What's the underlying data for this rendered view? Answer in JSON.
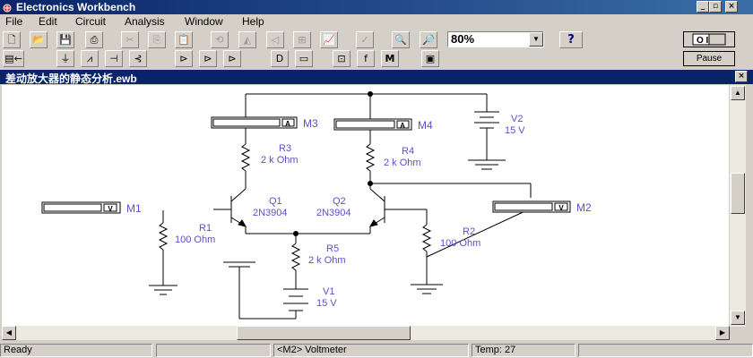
{
  "window": {
    "title": "Electronics Workbench"
  },
  "menu": [
    "File",
    "Edit",
    "Circuit",
    "Analysis",
    "Window",
    "Help"
  ],
  "toolbar": {
    "zoom": "80%",
    "help": "?",
    "pause": "Pause",
    "power_label": "O I"
  },
  "document": {
    "title": "差动放大器的静态分析.ewb"
  },
  "circuit": {
    "components": [
      {
        "id": "M3",
        "type": "ammeter",
        "label": "M3",
        "symbol": "A"
      },
      {
        "id": "M4",
        "type": "ammeter",
        "label": "M4",
        "symbol": "A"
      },
      {
        "id": "M1",
        "type": "voltmeter",
        "label": "M1",
        "symbol": "V"
      },
      {
        "id": "M2",
        "type": "voltmeter",
        "label": "M2",
        "symbol": "V"
      },
      {
        "id": "R3",
        "type": "resistor",
        "label": "R3",
        "value": "2 k Ohm"
      },
      {
        "id": "R4",
        "type": "resistor",
        "label": "R4",
        "value": "2 k Ohm"
      },
      {
        "id": "R1",
        "type": "resistor",
        "label": "R1",
        "value": "100  Ohm"
      },
      {
        "id": "R2",
        "type": "resistor",
        "label": "R2",
        "value": "100  Ohm"
      },
      {
        "id": "R5",
        "type": "resistor",
        "label": "R5",
        "value": "2 k Ohm"
      },
      {
        "id": "Q1",
        "type": "npn",
        "label": "Q1",
        "value": "2N3904"
      },
      {
        "id": "Q2",
        "type": "npn",
        "label": "Q2",
        "value": "2N3904"
      },
      {
        "id": "V1",
        "type": "battery",
        "label": "V1",
        "value": "15 V"
      },
      {
        "id": "V2",
        "type": "battery",
        "label": "V2",
        "value": "15 V"
      }
    ]
  },
  "status": {
    "left": "Ready",
    "selection": "<M2> Voltmeter",
    "temp": "Temp:  27"
  },
  "colors": {
    "title_bar": "#0a246a",
    "label": "#5a50c8",
    "wire": "#000000"
  }
}
